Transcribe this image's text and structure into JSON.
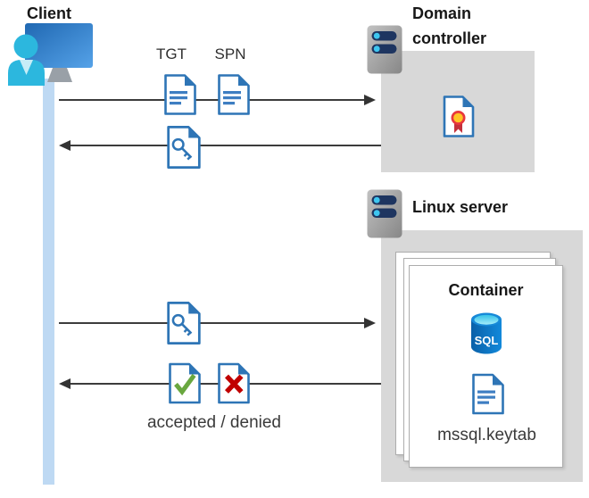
{
  "client": {
    "label": "Client"
  },
  "flow": {
    "tgt_label": "TGT",
    "spn_label": "SPN",
    "accepted_denied_label": "accepted / denied"
  },
  "domain_controller": {
    "name_line1": "Domain",
    "name_line2": "controller"
  },
  "linux_server": {
    "name": "Linux server"
  },
  "container": {
    "name": "Container",
    "sql_badge": "SQL",
    "keytab_file": "mssql.keytab"
  },
  "icons": {
    "client": "person-at-monitor-icon",
    "domain_controller": "server-icon",
    "linux_server": "server-icon",
    "tgt": "blue-document-icon",
    "spn": "blue-document-icon",
    "service_ticket": "key-document-icon",
    "certificate": "certificate-document-icon",
    "sql": "sql-database-cylinder-icon",
    "keytab": "blue-document-icon",
    "accepted": "check-document-icon",
    "denied": "x-document-icon"
  },
  "colors": {
    "doc_blue": "#2E75B6",
    "doc_line_blue": "#3E7EC2",
    "monitor_blue": "#2D7BC8",
    "person_cyan": "#2CB7DE",
    "lifeline_blue": "#BED9F3",
    "box_gray": "#D8D8D8",
    "server_pill_navy": "#1E3560",
    "server_dot_cyan": "#3EC6F0",
    "sql_blue": "#1289DB",
    "check_green": "#69A73F",
    "cross_red": "#C00000",
    "cert_yellow": "#FFC425",
    "cert_red": "#E8383D",
    "arrow_gray": "#3C3C3C"
  }
}
